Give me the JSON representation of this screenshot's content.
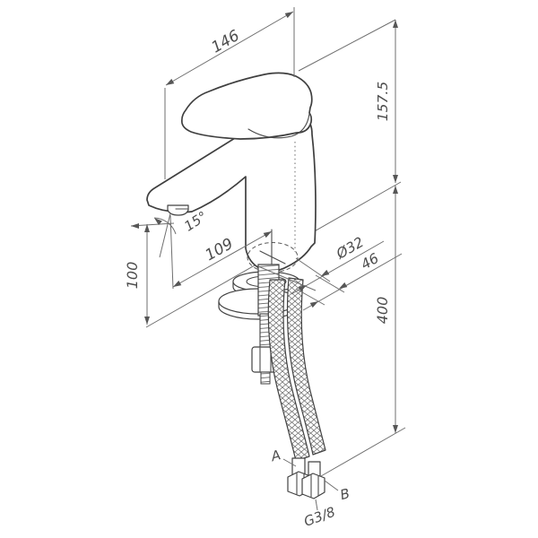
{
  "drawing": {
    "background": "#ffffff",
    "line_color": "#3f3f3f",
    "dim_line_color": "#6f6f6f",
    "text_color": "#4c4c4c",
    "dimensions": {
      "overall_length": "146",
      "height_above_deck": "157.5",
      "spout_reach": "109",
      "outlet_height": "100",
      "spout_angle": "15°",
      "base_diameter": "Ø32",
      "base_width": "46",
      "hose_length": "400",
      "hose_label_a": "A",
      "hose_label_b": "B",
      "thread_size": "G3/8"
    }
  }
}
